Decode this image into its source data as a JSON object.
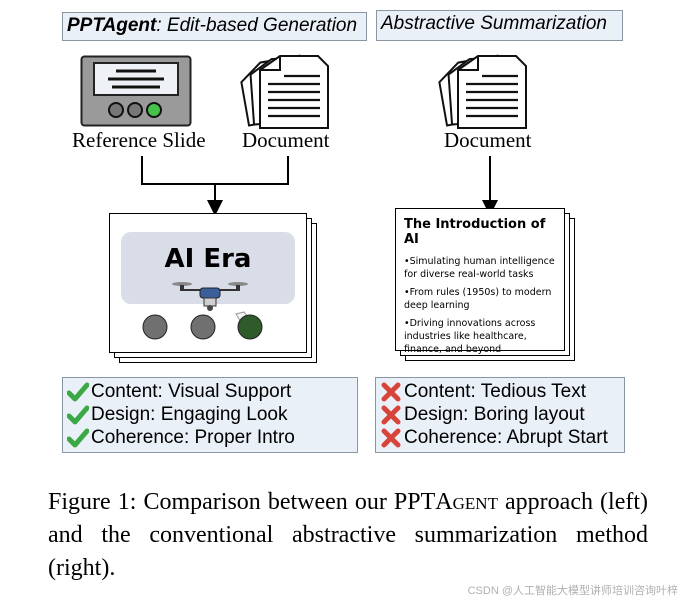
{
  "left_panel": {
    "header_bold": "PPTAgent",
    "header_rest": ": Edit-based Generation",
    "input_reference_label": "Reference Slide",
    "input_document_label": "Document",
    "slide_title": "AI Era",
    "results": [
      {
        "status": "check",
        "text": "Content: Visual Support"
      },
      {
        "status": "check",
        "text": "Design: Engaging Look"
      },
      {
        "status": "check",
        "text": "Coherence: Proper Intro"
      }
    ]
  },
  "right_panel": {
    "header": "Abstractive Summarization",
    "input_document_label": "Document",
    "slide_title": "The Introduction of AI",
    "bullets": [
      "•Simulating human intelligence for diverse real-world tasks",
      "•From rules (1950s) to modern deep learning",
      "•Driving innovations across industries like healthcare, finance, and beyond"
    ],
    "results": [
      {
        "status": "cross",
        "text": "Content: Tedious Text"
      },
      {
        "status": "cross",
        "text": "Design: Boring layout"
      },
      {
        "status": "cross",
        "text": "Coherence: Abrupt Start"
      }
    ]
  },
  "caption": {
    "prefix": "Figure 1:  Comparison between our PPT",
    "smallcaps": "Agent",
    "rest": " approach (left) and the conventional abstractive summarization method (right)."
  },
  "watermark": "CSDN @人工智能大模型讲师培训咨询叶梓",
  "colors": {
    "header_fill": "#eaf0f7",
    "check_green": "#3aa845",
    "cross_red": "#d9443a",
    "slide_dark_green": "#2f5a2a",
    "slide_grey_circle": "#707070"
  }
}
